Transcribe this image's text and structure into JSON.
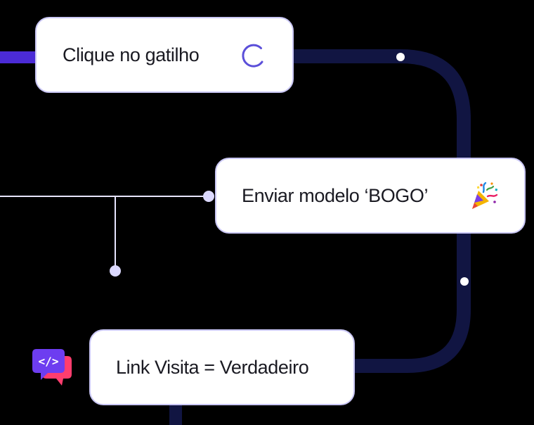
{
  "cards": {
    "trigger": {
      "label": "Clique no gatilho",
      "icon": "loading-spinner-icon"
    },
    "template": {
      "label": "Enviar modelo ‘BOGO’",
      "icon": "party-popper-icon"
    },
    "condition": {
      "label": "Link Visita = Verdadeiro"
    }
  },
  "badge": {
    "icon": "code-chat-icon",
    "code_glyph": "</>"
  },
  "colors": {
    "background": "#000000",
    "card_background": "#ffffff",
    "card_border": "#c9c6f4",
    "text": "#1a1a22",
    "connector_track": "#111542",
    "connector_accent": "#4b2bd6",
    "connector_line": "#e7e5ff",
    "spinner": "#5b4fd9",
    "badge_primary": "#6d3df0",
    "badge_secondary": "#ff3d6e"
  }
}
